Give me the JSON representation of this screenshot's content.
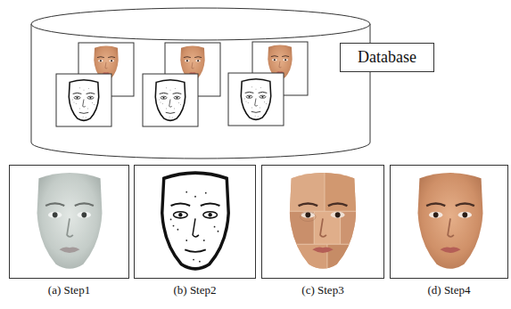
{
  "diagram": {
    "nodes": [
      {
        "text": [
          "Database"
        ]
      },
      {
        "text": [
          "(a) Step1"
        ]
      },
      {
        "text": [
          "(b) Step2"
        ]
      },
      {
        "text": [
          "(c) Step3"
        ]
      },
      {
        "text": [
          "(d) Step4"
        ]
      }
    ]
  }
}
